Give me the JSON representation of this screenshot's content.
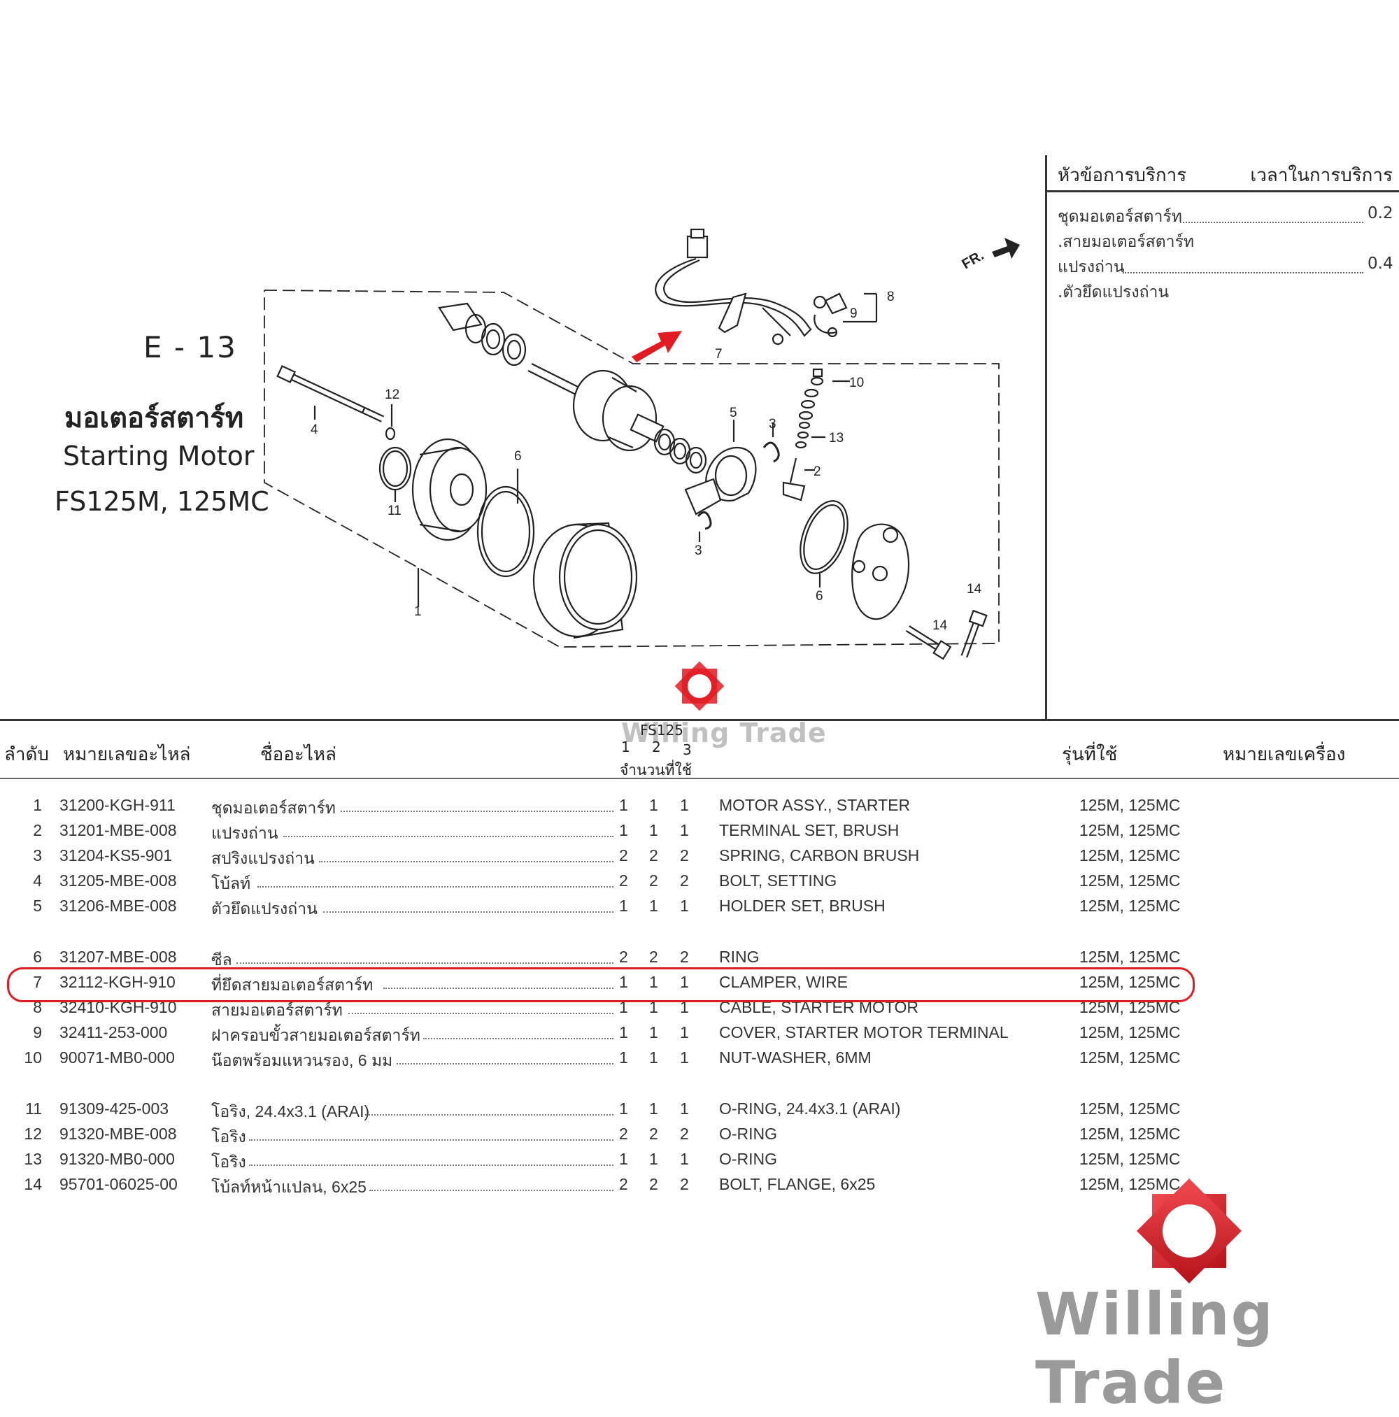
{
  "section_code": "E - 13",
  "title_th": "มอเตอร์สตาร์ท",
  "title_en": "Starting Motor",
  "model_line": "FS125M, 125MC",
  "service": {
    "header_topic": "หัวข้อการบริการ",
    "header_time": "เวลาในการบริการ",
    "lines": [
      {
        "text": "ชุดมอเตอร์สตาร์ท",
        "value": "0.2"
      },
      {
        "text": ".สายมอเตอร์สตาร์ท",
        "value": ""
      },
      {
        "text": "แปรงถ่าน",
        "value": "0.4"
      },
      {
        "text": ".ตัวยึดแปรงถ่าน",
        "value": ""
      }
    ]
  },
  "diagram": {
    "fr_label": "FR.",
    "callouts": {
      "c1": "1",
      "c2": "2",
      "c3a": "3",
      "c3b": "3",
      "c4": "4",
      "c5": "5",
      "c6a": "6",
      "c6b": "6",
      "c7": "7",
      "c8": "8",
      "c9": "9",
      "c10": "10",
      "c11": "11",
      "c12": "12",
      "c13": "13",
      "c14a": "14",
      "c14b": "14"
    }
  },
  "table": {
    "headers": {
      "no": "ลำดับ",
      "part_number": "หมายเลขอะไหล่",
      "part_name": "ชื่ออะไหล่",
      "qty_title": "FS125",
      "qty_cols": [
        "1",
        "2",
        "3"
      ],
      "qty_label": "จำนวนที่ใช้",
      "model": "รุ่นที่ใช้",
      "frame_no": "หมายเลขเครื่อง"
    },
    "rows": [
      {
        "no": "1",
        "pn": "31200-KGH-911",
        "th": "ชุดมอเตอร์สตาร์ท",
        "q1": "1",
        "q2": "1",
        "q3": "1",
        "en": "MOTOR ASSY., STARTER",
        "model": "125M, 125MC"
      },
      {
        "no": "2",
        "pn": "31201-MBE-008",
        "th": "แปรงถ่าน",
        "q1": "1",
        "q2": "1",
        "q3": "1",
        "en": "TERMINAL SET, BRUSH",
        "model": "125M, 125MC"
      },
      {
        "no": "3",
        "pn": "31204-KS5-901",
        "th": "สปริงแปรงถ่าน",
        "q1": "2",
        "q2": "2",
        "q3": "2",
        "en": "SPRING, CARBON BRUSH",
        "model": "125M, 125MC"
      },
      {
        "no": "4",
        "pn": "31205-MBE-008",
        "th": "โบ้ลท์",
        "q1": "2",
        "q2": "2",
        "q3": "2",
        "en": "BOLT, SETTING",
        "model": "125M, 125MC"
      },
      {
        "no": "5",
        "pn": "31206-MBE-008",
        "th": "ตัวยึดแปรงถ่าน",
        "q1": "1",
        "q2": "1",
        "q3": "1",
        "en": "HOLDER SET, BRUSH",
        "model": "125M, 125MC"
      },
      {
        "no": "6",
        "pn": "31207-MBE-008",
        "th": "ซีล",
        "q1": "2",
        "q2": "2",
        "q3": "2",
        "en": "RING",
        "model": "125M, 125MC"
      },
      {
        "no": "7",
        "pn": "32112-KGH-910",
        "th": "ที่ยึดสายมอเตอร์สตาร์ท",
        "q1": "1",
        "q2": "1",
        "q3": "1",
        "en": "CLAMPER, WIRE",
        "model": "125M, 125MC"
      },
      {
        "no": "8",
        "pn": "32410-KGH-910",
        "th": "สายมอเตอร์สตาร์ท",
        "q1": "1",
        "q2": "1",
        "q3": "1",
        "en": "CABLE, STARTER MOTOR",
        "model": "125M, 125MC"
      },
      {
        "no": "9",
        "pn": "32411-253-000",
        "th": "ฝาครอบขั้วสายมอเตอร์สตาร์ท",
        "q1": "1",
        "q2": "1",
        "q3": "1",
        "en": "COVER, STARTER MOTOR TERMINAL",
        "model": "125M, 125MC"
      },
      {
        "no": "10",
        "pn": "90071-MB0-000",
        "th": "น๊อตพร้อมแหวนรอง, 6 มม",
        "q1": "1",
        "q2": "1",
        "q3": "1",
        "en": "NUT-WASHER, 6MM",
        "model": "125M, 125MC"
      },
      {
        "no": "11",
        "pn": "91309-425-003",
        "th": "โอริง, 24.4x3.1 (ARAI)",
        "q1": "1",
        "q2": "1",
        "q3": "1",
        "en": "O-RING, 24.4x3.1 (ARAI)",
        "model": "125M, 125MC"
      },
      {
        "no": "12",
        "pn": "91320-MBE-008",
        "th": "โอริง",
        "q1": "2",
        "q2": "2",
        "q3": "2",
        "en": "O-RING",
        "model": "125M, 125MC"
      },
      {
        "no": "13",
        "pn": "91320-MB0-000",
        "th": "โอริง",
        "q1": "1",
        "q2": "1",
        "q3": "1",
        "en": "O-RING",
        "model": "125M, 125MC"
      },
      {
        "no": "14",
        "pn": "95701-06025-00",
        "th": "โบ้ลท์หน้าแปลน, 6x25",
        "q1": "2",
        "q2": "2",
        "q3": "2",
        "en": "BOLT, FLANGE, 6x25",
        "model": "125M, 125MC"
      }
    ],
    "highlighted_row": "7"
  },
  "watermark": {
    "text": "Willing Trade",
    "color": "#e11b22"
  }
}
